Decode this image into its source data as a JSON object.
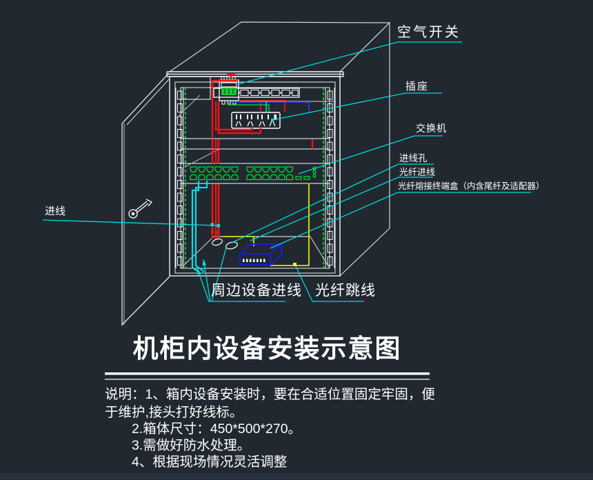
{
  "title": "机柜内设备安装示意图",
  "callouts": {
    "air_switch": "空气开关",
    "socket": "插座",
    "network_switch": "交换机",
    "inlet_hole": "进线孔",
    "fiber_inlet": "光纤进线",
    "fiber_splice_box": "光纤熔接终端盒（内含尾纤及适配器）",
    "inlet_line": "进线",
    "peripheral_inlet": "周边设备进线",
    "fiber_jumper": "光纤跳线"
  },
  "notes": [
    "说明：1、箱内设备安装时，要在合适位置固定牢固，便",
    "于维护,接头打好线标。",
    "2.箱体尺寸：450*500*270。",
    "3.需做好防水处理。",
    "4、根据现场情况灵活调整"
  ],
  "cabinet_size": "450*500*270",
  "colors": {
    "background": "#212830",
    "line_white": "#ffffff",
    "line_grey": "#cfd4d9",
    "leader_cyan": "#00dcdc",
    "wire_red": "#f01414",
    "wire_yellow": "#ffff00",
    "wire_blue": "#2b3bf0",
    "port_green": "#00e62e",
    "box_blue": "#1a1ae6",
    "breaker_green": "#17c837"
  }
}
